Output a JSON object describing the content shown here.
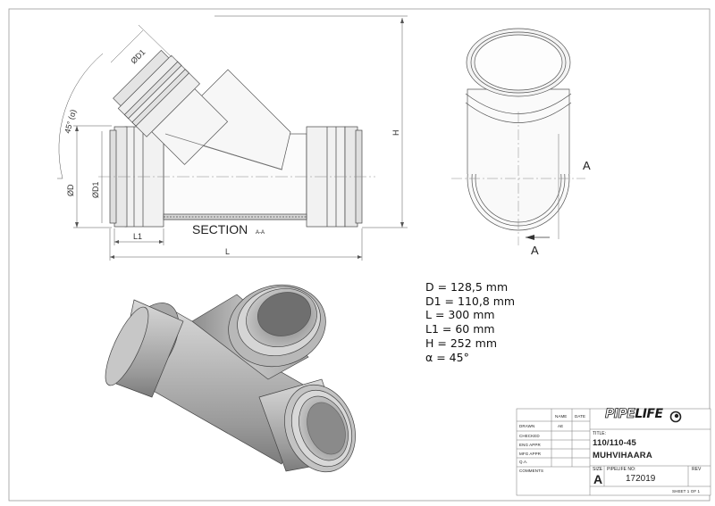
{
  "drawing": {
    "section_label": "SECTION",
    "section_suffix": "A-A",
    "section_marker_top": "A",
    "section_marker_bottom": "A",
    "dim_D": "ØD",
    "dim_D1_left": "ØD1",
    "dim_D1_branch": "ØD1",
    "dim_L1": "L1",
    "dim_L": "L",
    "dim_H": "H",
    "dim_angle": "45° (α)"
  },
  "specs": [
    "D = 128,5 mm",
    "D1 = 110,8 mm",
    "L = 300 mm",
    "L1 = 60 mm",
    "H = 252 mm",
    "α = 45°"
  ],
  "title_block": {
    "header_name": "NAME",
    "header_date": "DATE",
    "rows": [
      "DRAWN",
      "CHECKED",
      "ENG APPR",
      "MFG APPR",
      "Q.A.",
      "COMMENTS"
    ],
    "drawn_by": "AE",
    "brand": "PIPELIFE",
    "brand_pipe": "PIPE",
    "brand_life": "LIFE",
    "title_label": "TITLE:",
    "title_line1": "110/110-45",
    "title_line2": "MUHVIHAARA",
    "size_label": "SIZE",
    "size_value": "A",
    "part_label": "PIPELIFE NO:",
    "part_value": "172019",
    "rev_label": "REV",
    "sheet": "SHEET 1 OF 1"
  }
}
